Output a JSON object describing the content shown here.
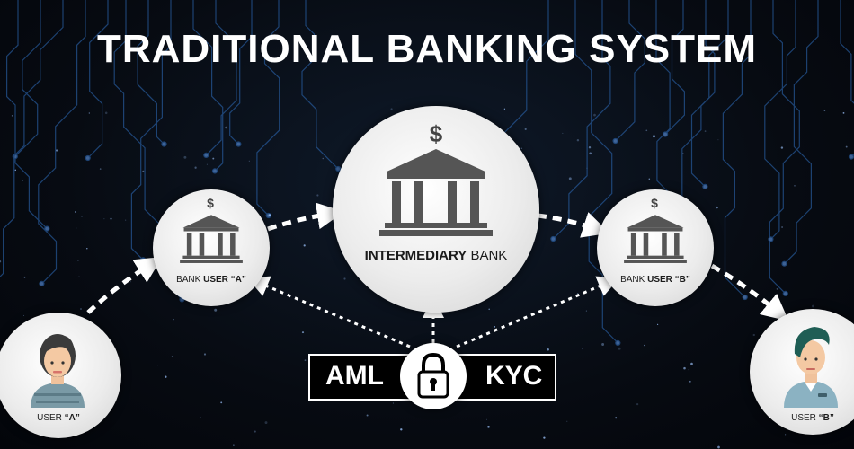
{
  "title": "TRADITIONAL BANKING SYSTEM",
  "intermediary": {
    "label_bold": "INTERMEDIARY",
    "label_rest": " BANK",
    "currency": "$"
  },
  "bank_a": {
    "prefix": "BANK ",
    "label_bold": "USER “A”",
    "currency": "$"
  },
  "bank_b": {
    "prefix": "BANK ",
    "label_bold": "USER “B”",
    "currency": "$"
  },
  "user_a": {
    "prefix": "USER ",
    "label_bold": "“A”"
  },
  "user_b": {
    "prefix": "USER ",
    "label_bold": "“B”"
  },
  "compliance": {
    "left": "AML",
    "right": "KYC"
  },
  "colors": {
    "background": "#05080f",
    "circle": "#ececec",
    "icon": "#555555",
    "arrow": "#ffffff",
    "circuit": "#3d7fcf"
  },
  "icons": [
    "bank-building-icon",
    "dollar-sign-icon",
    "user-avatar-icon",
    "padlock-icon",
    "dashed-arrow-icon"
  ]
}
